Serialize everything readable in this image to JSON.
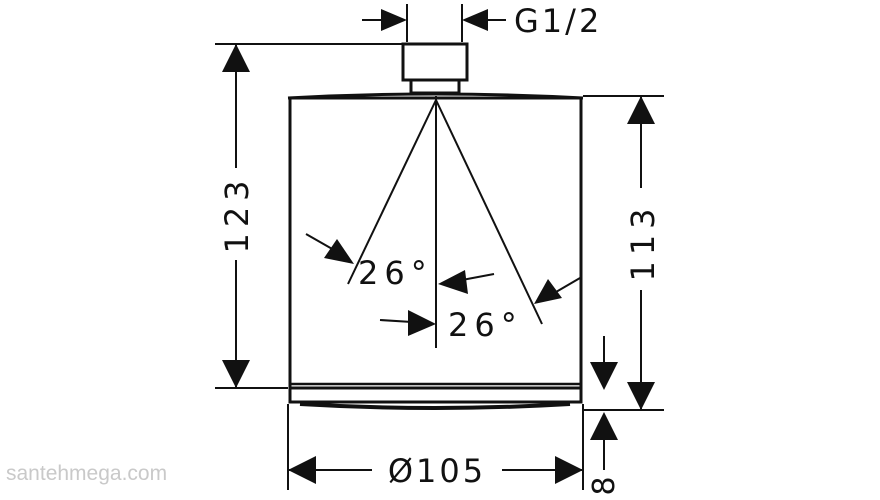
{
  "dimensions": {
    "thread": "G1/2",
    "total_height": "123",
    "head_height": "113",
    "diameter": "Ø105",
    "face_offset": "8"
  },
  "angles": {
    "left": "26°",
    "right": "26°"
  },
  "watermark": "santehmega.com",
  "colors": {
    "ink": "#111111",
    "watermark": "#c9c9c9"
  }
}
